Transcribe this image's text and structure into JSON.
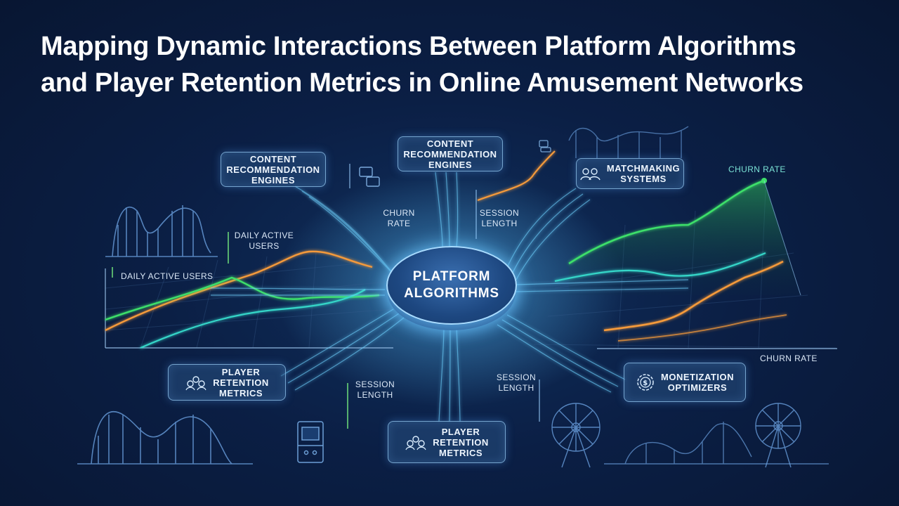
{
  "title": {
    "line1": "Mapping Dynamic Interactions Between Platform Algorithms",
    "line2": "and Player Retention Metrics in Online Amusement Networks"
  },
  "hub": {
    "label": "PLATFORM\nALGORITHMS"
  },
  "nodes": {
    "content_left": "CONTENT\nRECOMMENDATION\nENGINES",
    "content_top": "CONTENT\nRECOMMENDATION\nENGINES",
    "matchmaking": "MATCHMAKING\nSYSTEMS",
    "retention_left": "PLAYER\nRETENTION\nMETRICS",
    "retention_bottom": "PLAYER\nRETENTION\nMETRICS",
    "monetization": "MONETIZATION\nOPTIMIZERS"
  },
  "notes": {
    "churn_rate_mid": "CHURN\nRATE",
    "session_length_top": "SESSION\nLENGTH",
    "daily_active_users_upper": "DAILY ACTIVE\nUSERS",
    "daily_active_users_axis": "DAILY ACTIVE USERS",
    "churn_rate_right_top": "CHURN RATE",
    "churn_rate_right_bottom": "CHURN RATE",
    "session_length_left_bottom": "SESSION\nLENGTH",
    "session_length_right_bottom": "SESSION\nLENGTH"
  },
  "icons": {
    "content_left": "chat-bubbles-icon",
    "matchmaking": "users-group-icon",
    "retention_left": "people-network-icon",
    "retention_bottom": "people-network-icon",
    "monetization": "dollar-gear-icon",
    "arcade": "arcade-cabinet-icon",
    "ferris": "ferris-wheel-icon",
    "coaster": "roller-coaster-icon"
  },
  "colors": {
    "accent_blue": "#6fd3ff",
    "line_green": "#3ee06a",
    "line_orange": "#f59a3a",
    "line_teal": "#34d6c8"
  }
}
